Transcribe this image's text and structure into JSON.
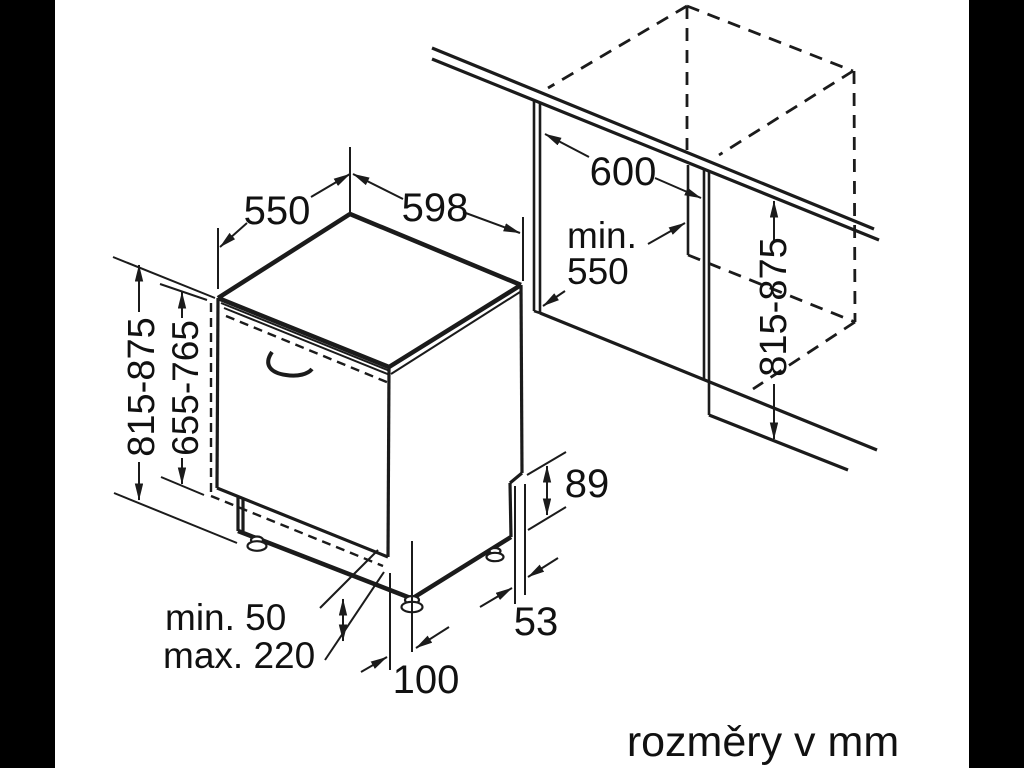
{
  "colors": {
    "background": "#ffffff",
    "line": "#1b1b1b",
    "letterbox": "#000000"
  },
  "drawing": {
    "type": "built-in-dishwasher-installation-diagram",
    "labels": {
      "top_depth": "550",
      "top_width": "598",
      "niche_width": "600",
      "niche_depth_prefix": "min.",
      "niche_depth": "550",
      "niche_height": "815-875",
      "appliance_height": "815-875",
      "front_panel_height": "655-765",
      "rear_step": "89",
      "rear_clearance": "53",
      "plinth_depth": "100",
      "feet_min": "min. 50",
      "feet_max": "max. 220",
      "units_note": "rozměry v mm"
    }
  }
}
